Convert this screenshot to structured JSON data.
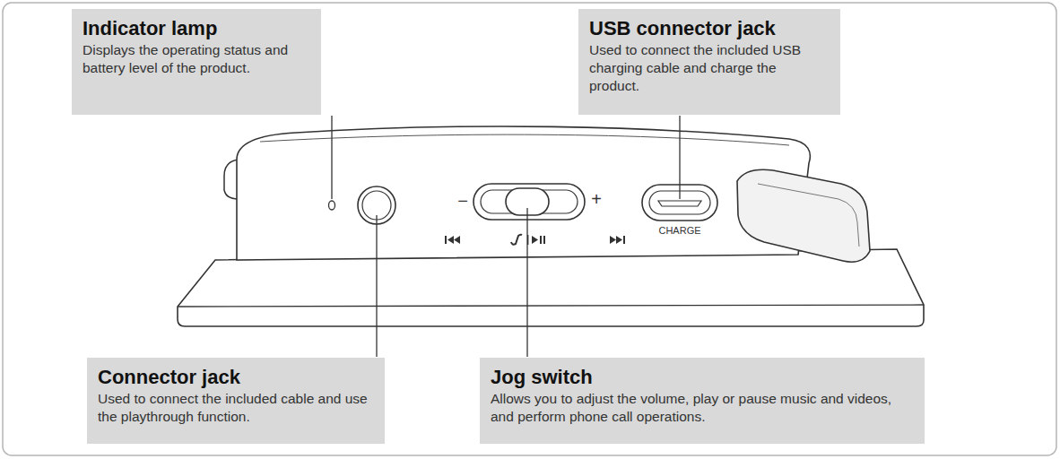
{
  "diagram": {
    "nodes": [
      {
        "text": [
          "Indicator lamp",
          "Displays the operating status and battery level of the product."
        ]
      },
      {
        "text": [
          "USB connector jack",
          "Used to connect the included USB charging cable and charge the product."
        ]
      },
      {
        "text": [
          "Connector jack",
          "Used to connect the included cable and use the playthrough function."
        ]
      },
      {
        "text": [
          "Jog switch",
          "Allows you to adjust the volume, play or pause music and videos, and perform phone call operations."
        ]
      }
    ],
    "labels": [
      "−",
      "+",
      "CHARGE"
    ]
  }
}
